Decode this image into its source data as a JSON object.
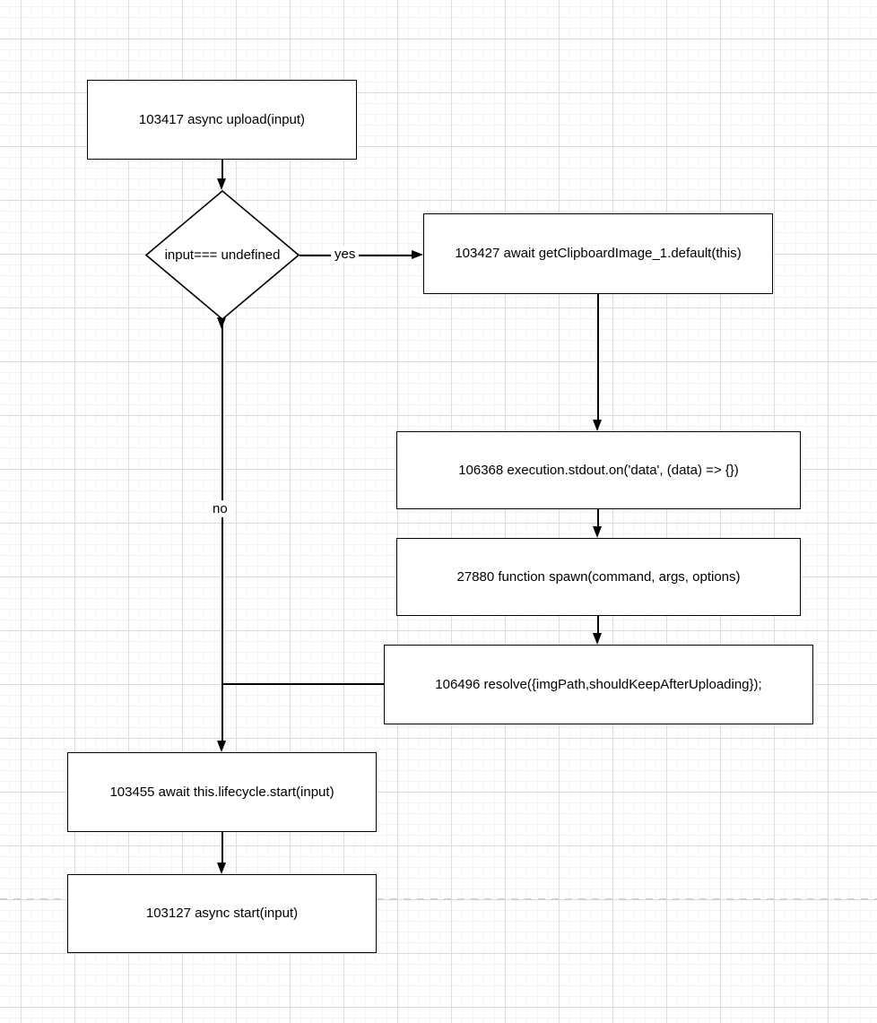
{
  "diagram": {
    "nodes": [
      {
        "id": "upload",
        "type": "rect",
        "label": "103417 async upload(input)"
      },
      {
        "id": "input-check",
        "type": "diamond",
        "label": "input=== undefined"
      },
      {
        "id": "clipboard",
        "type": "rect",
        "label": "103427 await getClipboardImage_1.default(this)"
      },
      {
        "id": "stdout",
        "type": "rect",
        "label": "106368 execution.stdout.on('data', (data) => {})"
      },
      {
        "id": "spawn",
        "type": "rect",
        "label": "27880 function spawn(command, args, options)"
      },
      {
        "id": "resolve",
        "type": "rect",
        "label": "106496 resolve({imgPath,shouldKeepAfterUploading});"
      },
      {
        "id": "lifecycle",
        "type": "rect",
        "label": "103455 await this.lifecycle.start(input)"
      },
      {
        "id": "start",
        "type": "rect",
        "label": "103127 async start(input)"
      }
    ],
    "edge_labels": {
      "yes": "yes",
      "no": "no"
    },
    "colors": {
      "stroke": "#000000",
      "node_fill": "#ffffff",
      "grid_minor": "#f4f4f4",
      "grid_major": "#dcdcdc",
      "page_boundary": "#cfcfcf"
    }
  }
}
